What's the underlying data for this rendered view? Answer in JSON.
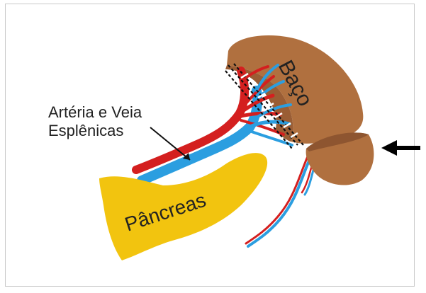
{
  "labels": {
    "spleen": "Baço",
    "vessels_line1": "Artéria e Veia",
    "vessels_line2": "Esplênicas",
    "pancreas": "Pâncreas"
  },
  "colors": {
    "spleen": "#b0703f",
    "spleen_dark": "#8e5530",
    "pancreas": "#f2c40f",
    "artery": "#d41f1f",
    "vein": "#2b9ee0",
    "arrow": "#000000"
  },
  "icons": {
    "pointer": "arrow-left-icon"
  }
}
